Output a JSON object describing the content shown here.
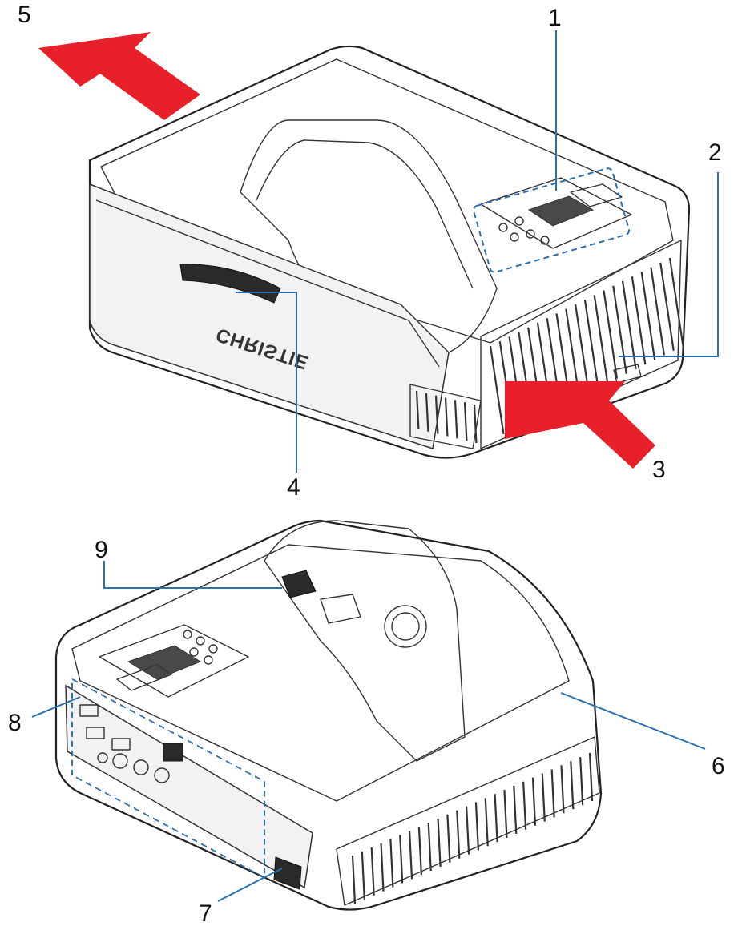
{
  "callouts": [
    {
      "id": "1",
      "label": "1"
    },
    {
      "id": "2",
      "label": "2"
    },
    {
      "id": "3",
      "label": "3"
    },
    {
      "id": "4",
      "label": "4"
    },
    {
      "id": "5",
      "label": "5"
    },
    {
      "id": "6",
      "label": "6"
    },
    {
      "id": "7",
      "label": "7"
    },
    {
      "id": "8",
      "label": "8"
    },
    {
      "id": "9",
      "label": "9"
    }
  ],
  "brand_logo_text": "CHRISTIE",
  "colors": {
    "airflow_arrow": "#e8202a",
    "leader_line": "#2a6fb0",
    "outline": "#222222"
  }
}
